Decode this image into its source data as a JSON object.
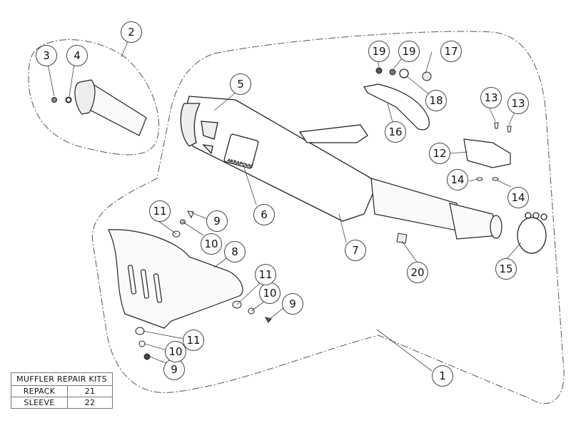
{
  "diagram": {
    "title": "Exhaust exploded parts diagram",
    "callouts": [
      {
        "id": "c1",
        "label": "1"
      },
      {
        "id": "c2",
        "label": "2"
      },
      {
        "id": "c3",
        "label": "3"
      },
      {
        "id": "c4",
        "label": "4"
      },
      {
        "id": "c5",
        "label": "5"
      },
      {
        "id": "c6",
        "label": "6"
      },
      {
        "id": "c7",
        "label": "7"
      },
      {
        "id": "c8",
        "label": "8"
      },
      {
        "id": "c9a",
        "label": "9"
      },
      {
        "id": "c9b",
        "label": "9"
      },
      {
        "id": "c9c",
        "label": "9"
      },
      {
        "id": "c10a",
        "label": "10"
      },
      {
        "id": "c10b",
        "label": "10"
      },
      {
        "id": "c10c",
        "label": "10"
      },
      {
        "id": "c11a",
        "label": "11"
      },
      {
        "id": "c11b",
        "label": "11"
      },
      {
        "id": "c11c",
        "label": "11"
      },
      {
        "id": "c12",
        "label": "12"
      },
      {
        "id": "c13a",
        "label": "13"
      },
      {
        "id": "c13b",
        "label": "13"
      },
      {
        "id": "c14a",
        "label": "14"
      },
      {
        "id": "c14b",
        "label": "14"
      },
      {
        "id": "c15",
        "label": "15"
      },
      {
        "id": "c16",
        "label": "16"
      },
      {
        "id": "c17",
        "label": "17"
      },
      {
        "id": "c18",
        "label": "18"
      },
      {
        "id": "c19a",
        "label": "19"
      },
      {
        "id": "c19b",
        "label": "19"
      },
      {
        "id": "c20",
        "label": "20"
      }
    ],
    "logo_text": "AKRAPOVIC"
  },
  "repair_kits": {
    "title": "MUFFLER REPAIR KITS",
    "rows": [
      {
        "name": "REPACK",
        "value": "21"
      },
      {
        "name": "SLEEVE",
        "value": "22"
      }
    ]
  },
  "colors": {
    "line": "#222222",
    "dash": "#555555",
    "fill": "#f2f2f2"
  }
}
